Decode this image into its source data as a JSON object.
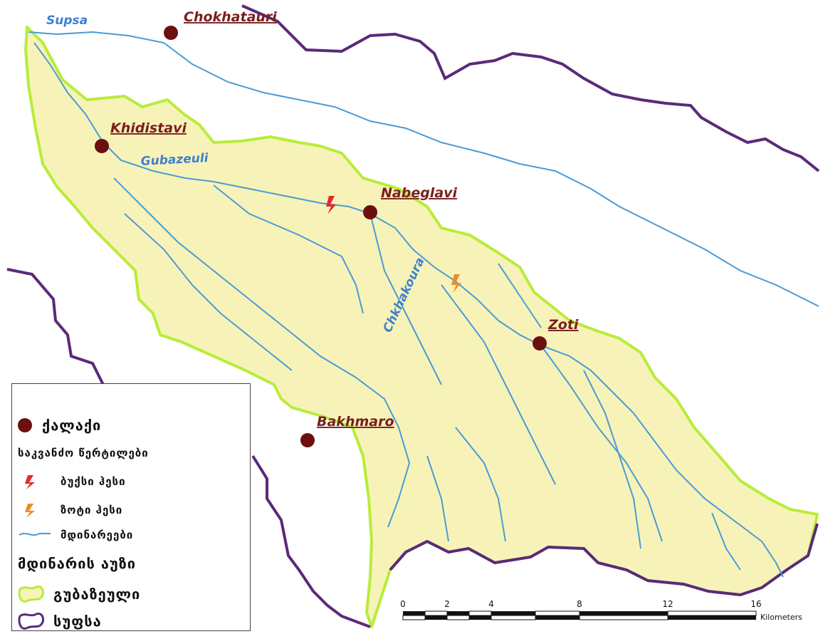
{
  "cities": [
    {
      "name": "Chokhatauri"
    },
    {
      "name": "Khidistavi"
    },
    {
      "name": "Nabeglavi"
    },
    {
      "name": "Zoti"
    },
    {
      "name": "Bakhmaro"
    }
  ],
  "rivers": [
    {
      "name": "Supsa"
    },
    {
      "name": "Gubazeuli"
    },
    {
      "name": "Chkhakoura"
    }
  ],
  "legend": {
    "city": "ქალაქი",
    "points_title": "საკვანძო წერტილები",
    "bukhsi": "ბუქსი ჰესი",
    "zoti_hpp": "ზოტი ჰესი",
    "rivers": "მდინარეები",
    "basin_title": "მდინარის აუზი",
    "gubazeuli": "გუბაზეული",
    "supsa": "სუფსა"
  },
  "scale": {
    "ticks": [
      "0",
      "2",
      "4",
      "8",
      "12",
      "16"
    ],
    "unit": "Kilometers"
  },
  "colors": {
    "basin_fill": "#f7f3b8",
    "basin_border": "#b8ec3a",
    "supsa_border": "#5a2a7a",
    "river": "#4a9bd6",
    "city": "#6b0f0f",
    "city_label": "#7a1f1f",
    "hpp_bukhsi": "#e02b2b",
    "hpp_zoti": "#f08a2a"
  }
}
